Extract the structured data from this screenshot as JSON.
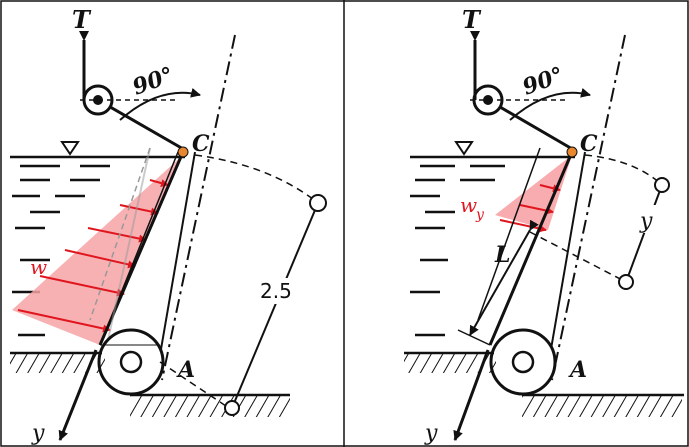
{
  "figure": {
    "left_panel": {
      "tension_label": "T",
      "angle_label": "90°",
      "hinge_label": "C",
      "bottom_label": "A",
      "load_label": "w",
      "dimension_label": "2.5",
      "axis_label": "y"
    },
    "right_panel": {
      "tension_label": "T",
      "angle_label": "90°",
      "hinge_label": "C",
      "bottom_label": "A",
      "load_label_main": "w",
      "load_label_sub": "y",
      "length_label": "L",
      "depth_label": "y",
      "axis_label": "y"
    },
    "colors": {
      "load_fill": "#f7a3a6",
      "load_arrow": "#e0161f",
      "hinge_dot": "#e8872e",
      "ink": "#111111"
    }
  }
}
